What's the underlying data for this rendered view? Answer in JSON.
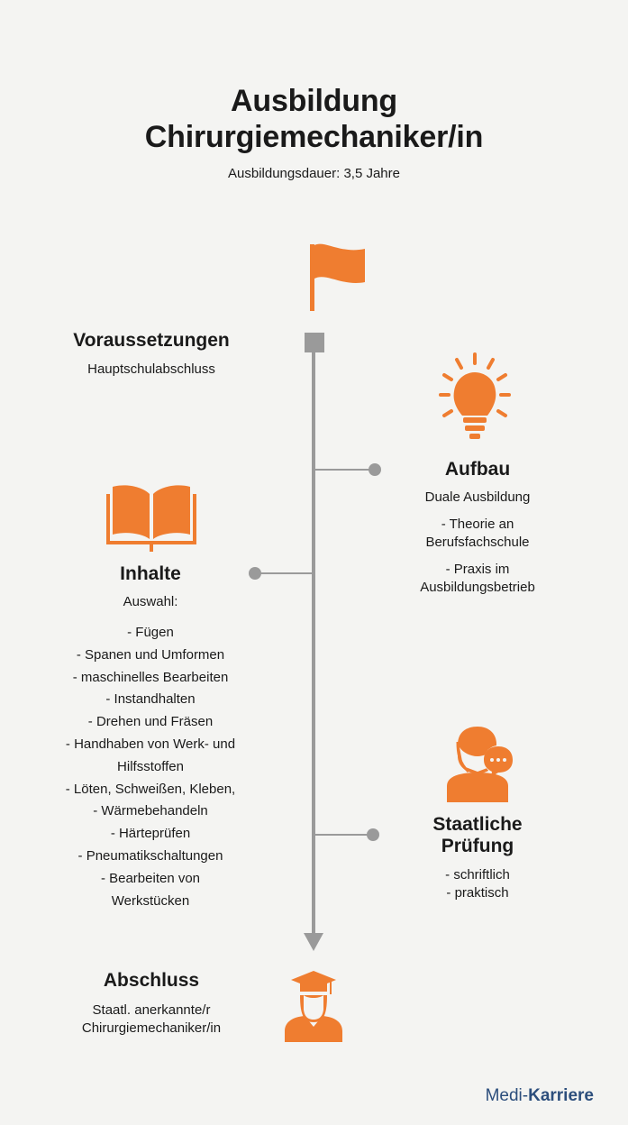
{
  "header": {
    "title_line1": "Ausbildung",
    "title_line2": "Chirurgiemechaniker/in",
    "subtitle": "Ausbildungsdauer: 3,5 Jahre"
  },
  "colors": {
    "accent": "#ef7d30",
    "timeline": "#9a9a9a",
    "background": "#f4f4f2",
    "brand": "#2c4e7c"
  },
  "icons": {
    "start": "flag-icon",
    "aufbau": "lightbulb-icon",
    "inhalte": "open-book-icon",
    "pruefung": "person-speech-bubble-icon",
    "abschluss": "graduate-icon"
  },
  "voraussetzungen": {
    "heading": "Voraussetzungen",
    "text": "Hauptschulabschluss"
  },
  "aufbau": {
    "heading": "Aufbau",
    "lines": [
      "Duale Ausbildung",
      "- Theorie an",
      "Berufsfachschule",
      "- Praxis im",
      "Ausbildungsbetrieb"
    ]
  },
  "inhalte": {
    "heading": "Inhalte",
    "intro": "Auswahl:",
    "items": [
      "- Fügen",
      "- Spanen und Umformen",
      "- maschinelles Bearbeiten",
      "- Instandhalten",
      "- Drehen und Fräsen",
      "- Handhaben von Werk- und",
      "Hilfsstoffen",
      "- Löten, Schweißen, Kleben,",
      "- Wärmebehandeln",
      "- Härteprüfen",
      "- Pneumatikschaltungen",
      "- Bearbeiten von",
      "Werkstücken"
    ]
  },
  "pruefung": {
    "heading_line1": "Staatliche",
    "heading_line2": "Prüfung",
    "lines": [
      "- schriftlich",
      "- praktisch"
    ]
  },
  "abschluss": {
    "heading": "Abschluss",
    "line1": "Staatl. anerkannte/r",
    "line2": "Chirurgiemechaniker/in"
  },
  "footer": {
    "brand_part1": "Medi-",
    "brand_part2": "Karriere"
  }
}
